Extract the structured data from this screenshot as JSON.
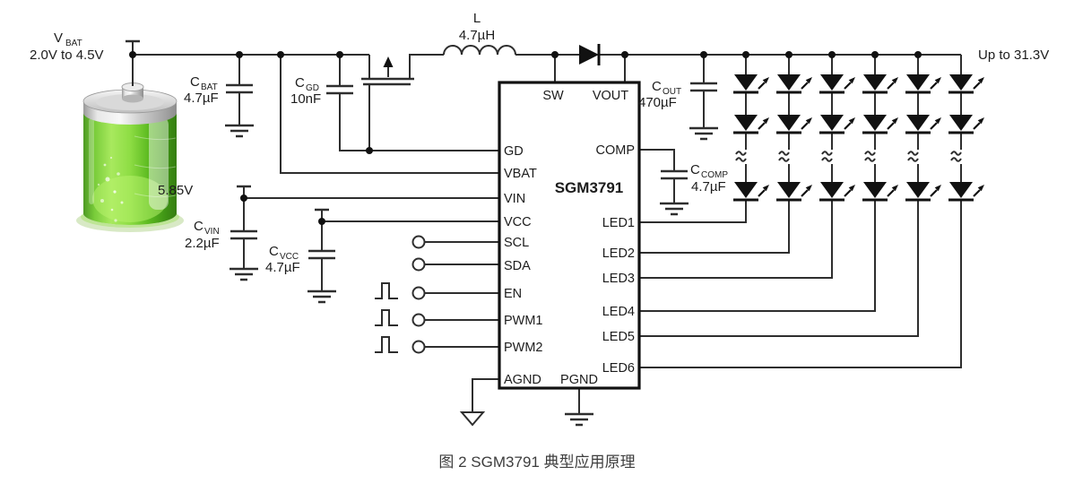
{
  "labels": {
    "vbat": {
      "sym": "V",
      "sub": "BAT",
      "range": "2.0V to 4.5V"
    },
    "cbat": {
      "sym": "C",
      "sub": "BAT",
      "val": "4.7µF"
    },
    "cgd": {
      "sym": "C",
      "sub": "GD",
      "val": "10nF"
    },
    "ind": {
      "sym": "L",
      "val": "4.7µH"
    },
    "cout": {
      "sym": "C",
      "sub": "OUT",
      "val": "470µF"
    },
    "ccomp": {
      "sym": "C",
      "sub": "COMP",
      "val": "4.7µF"
    },
    "vinrail": {
      "val": "5.85V"
    },
    "cvin": {
      "sym": "C",
      "sub": "VIN",
      "val": "2.2µF"
    },
    "cvcc": {
      "sym": "C",
      "sub": "VCC",
      "val": "4.7µF"
    },
    "out": {
      "val": "Up to 31.3V"
    }
  },
  "ic": {
    "part": "SGM3791",
    "pins": {
      "sw": "SW",
      "vout": "VOUT",
      "gd": "GD",
      "vbat": "VBAT",
      "vin": "VIN",
      "vcc": "VCC",
      "scl": "SCL",
      "sda": "SDA",
      "en": "EN",
      "pwm1": "PWM1",
      "pwm2": "PWM2",
      "agnd": "AGND",
      "pgnd": "PGND",
      "comp": "COMP",
      "led1": "LED1",
      "led2": "LED2",
      "led3": "LED3",
      "led4": "LED4",
      "led5": "LED5",
      "led6": "LED6"
    }
  },
  "led_array": {
    "strings": 6,
    "leds_drawn_per_string": 3,
    "continuation_mark": "≈"
  },
  "caption": "图 2 SGM3791 典型应用原理"
}
